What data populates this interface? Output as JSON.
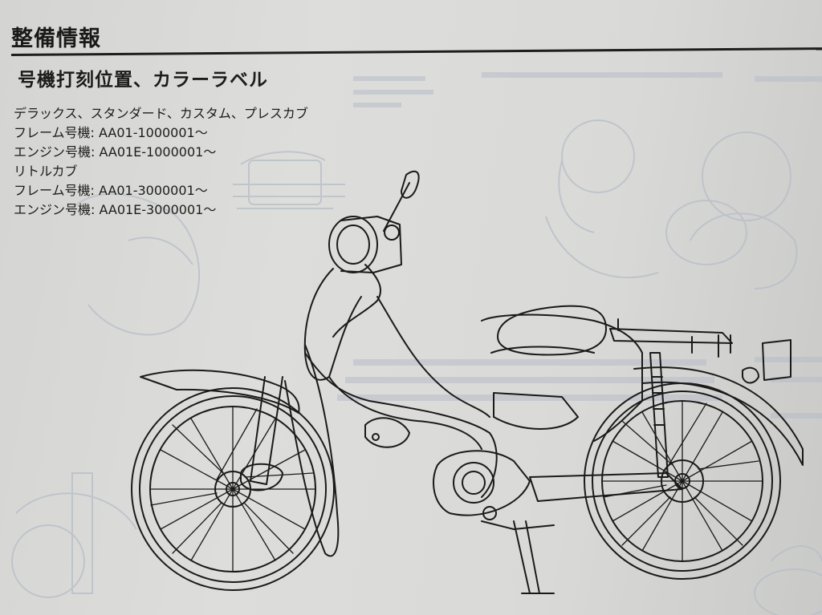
{
  "header": {
    "section_title": "整備情報",
    "subtitle": "号機打刻位置、カラーラベル"
  },
  "serial_info": {
    "models_main": "デラックス、スタンダード、カスタム、プレスカブ",
    "frame_main": "フレーム号機: AA01-1000001～",
    "engine_main": "エンジン号機: AA01E-1000001～",
    "models_little": "リトルカブ",
    "frame_little": "フレーム号機: AA01-3000001～",
    "engine_little": "エンジン号機: AA01E-3000001～"
  },
  "colors": {
    "ink": "#1c1c1c",
    "paper": "#d9d9d7",
    "faint_print": "#b9c0c8"
  },
  "illustration": "motorcycle-line-drawing"
}
